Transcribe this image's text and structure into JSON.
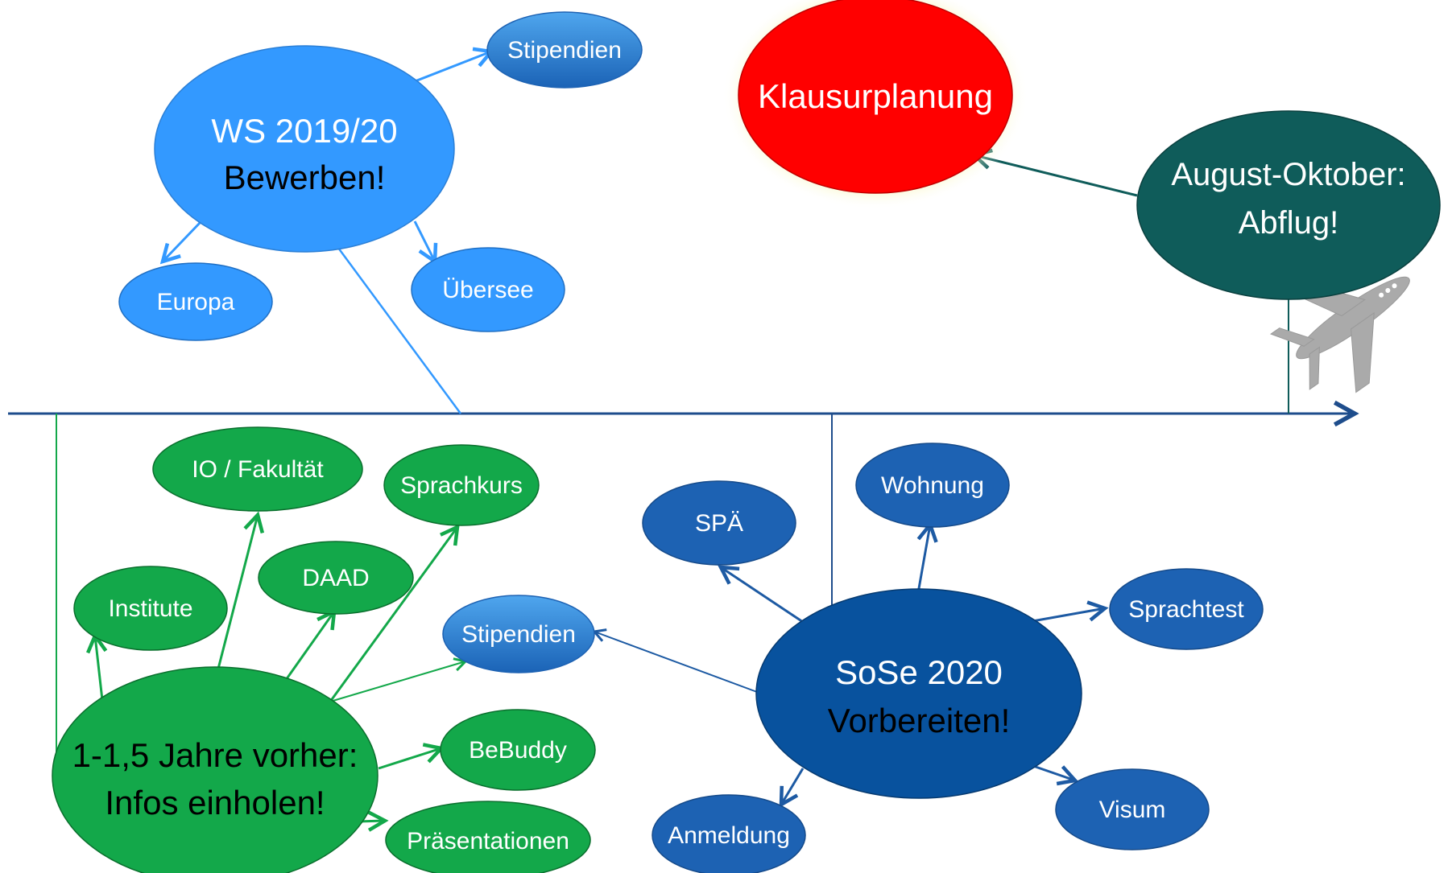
{
  "colors": {
    "ws_blue": "#3399ff",
    "ws_blue_dark": "#1f6fc4",
    "small_blue_light": "#4aa3e8",
    "small_blue_dark": "#1d62b3",
    "green": "#13a84a",
    "green_dark": "#0a6f2d",
    "sose_blue": "#08529e",
    "sose_dark": "#063a70",
    "teal": "#0f5c5a",
    "red": "#ff0000",
    "glow": "#f3ef82",
    "timeline": "#1e4d8c",
    "plane": "#aaaaaa"
  },
  "nodes": {
    "ws": {
      "line1": "WS 2019/20",
      "line2": "Bewerben!"
    },
    "ws_stipendien": "Stipendien",
    "europa": "Europa",
    "uebersee": "Übersee",
    "klausur": "Klausurplanung",
    "august": {
      "line1": "August-Oktober:",
      "line2": "Abflug!"
    },
    "infos": {
      "line1": "1-1,5 Jahre vorher:",
      "line2": "Infos einholen!"
    },
    "io": "IO / Fakultät",
    "sprachkurs": "Sprachkurs",
    "daad": "DAAD",
    "institute": "Institute",
    "info_stipendien": "Stipendien",
    "bebuddy": "BeBuddy",
    "praesentationen": "Präsentationen",
    "sose": {
      "line1": "SoSe 2020",
      "line2": "Vorbereiten!"
    },
    "spae": "SPÄ",
    "wohnung": "Wohnung",
    "sprachtest": "Sprachtest",
    "visum": "Visum",
    "anmeldung": "Anmeldung"
  },
  "icons": {
    "airplane": "airplane-icon"
  }
}
